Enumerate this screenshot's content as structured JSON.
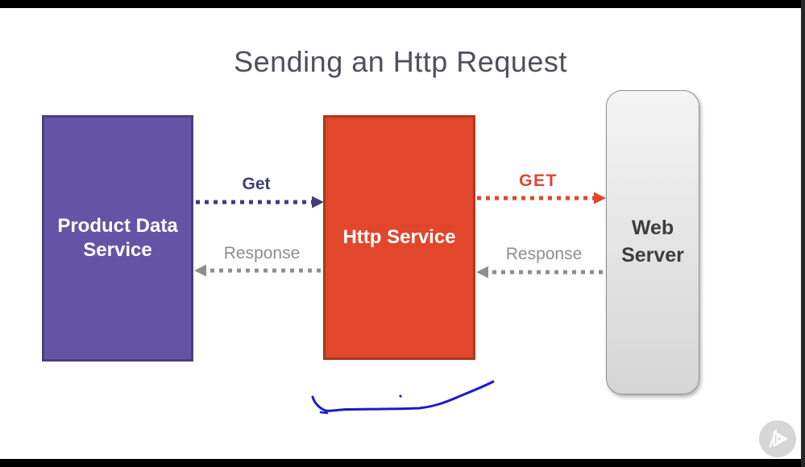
{
  "title": "Sending an Http Request",
  "diagram": {
    "nodes": [
      {
        "id": "product-data-service",
        "label": "Product Data Service",
        "fill": "#6553A5",
        "border": "#4C3F7E",
        "text_color": "#FFFFFF",
        "shape": "rectangle"
      },
      {
        "id": "http-service",
        "label": "Http Service",
        "fill": "#E0472C",
        "border": "#A83A1F",
        "text_color": "#FFFFFF",
        "shape": "rectangle"
      },
      {
        "id": "web-server",
        "label": "Web Server",
        "fill_top": "#F4F4F4",
        "fill_bottom": "#D5D5D5",
        "border": "#8F8F8F",
        "text_color": "#3D3D3D",
        "shape": "rounded-rectangle"
      }
    ],
    "arrows": [
      {
        "label": "Get",
        "from": "product-data-service",
        "to": "http-service",
        "direction": "right",
        "style": "dotted",
        "color": "#433D75"
      },
      {
        "label": "Response",
        "from": "http-service",
        "to": "product-data-service",
        "direction": "left",
        "style": "dotted",
        "color": "#8E8E8E"
      },
      {
        "label": "GET",
        "from": "http-service",
        "to": "web-server",
        "direction": "right",
        "style": "dotted",
        "color": "#E0472C"
      },
      {
        "label": "Response",
        "from": "web-server",
        "to": "http-service",
        "direction": "left",
        "style": "dotted",
        "color": "#8E8E8E"
      }
    ],
    "annotation": {
      "type": "freehand-pen-underline",
      "under_node": "http-service",
      "color": "#1A1ACC"
    }
  },
  "watermark": {
    "icon": "pluralsight-play-icon",
    "circle_color": "#D6D6D6",
    "glyph_color": "#FFFFFF"
  }
}
